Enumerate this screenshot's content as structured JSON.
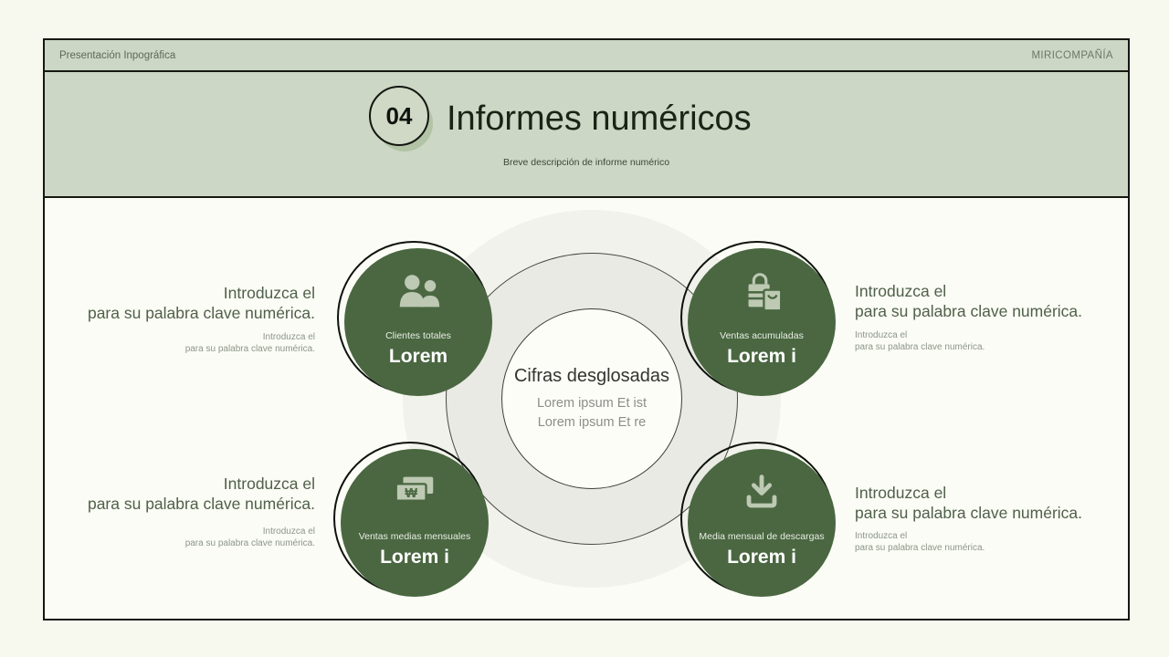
{
  "colors": {
    "accent_green": "#4a6741",
    "band_green": "#ccd7c5",
    "sage_icon": "#bdc9b3",
    "page_bg": "#f7f9ef",
    "slide_bg": "#fbfcf5",
    "border": "#151810"
  },
  "top_bar": {
    "left": "Presentación Inpográfica",
    "right": "MIRICOMPAÑÍA"
  },
  "header": {
    "number": "04",
    "title": "Informes numéricos",
    "subtitle": "Breve descripción de informe numérico"
  },
  "center": {
    "title": "Cifras desglosadas",
    "line1": "Lorem ipsum Et ist",
    "line2": "Lorem ipsum Et re"
  },
  "cards": [
    {
      "icon": "users-icon",
      "label": "Clientes totales",
      "value": "Lorem"
    },
    {
      "icon": "shopping-bags-icon",
      "label": "Ventas acumuladas",
      "value": "Lorem i"
    },
    {
      "icon": "banknotes-icon",
      "label": "Ventas medias mensuales",
      "value": "Lorem i"
    },
    {
      "icon": "download-icon",
      "label": "Media mensual de descargas",
      "value": "Lorem i"
    }
  ],
  "annotation": {
    "line1": "Introduzca el",
    "line2": "para su palabra clave numérica.",
    "sub_line1": "Introduzca el",
    "sub_line2": "para su palabra clave numérica."
  },
  "icons": {
    "won_symbol": "₩"
  }
}
